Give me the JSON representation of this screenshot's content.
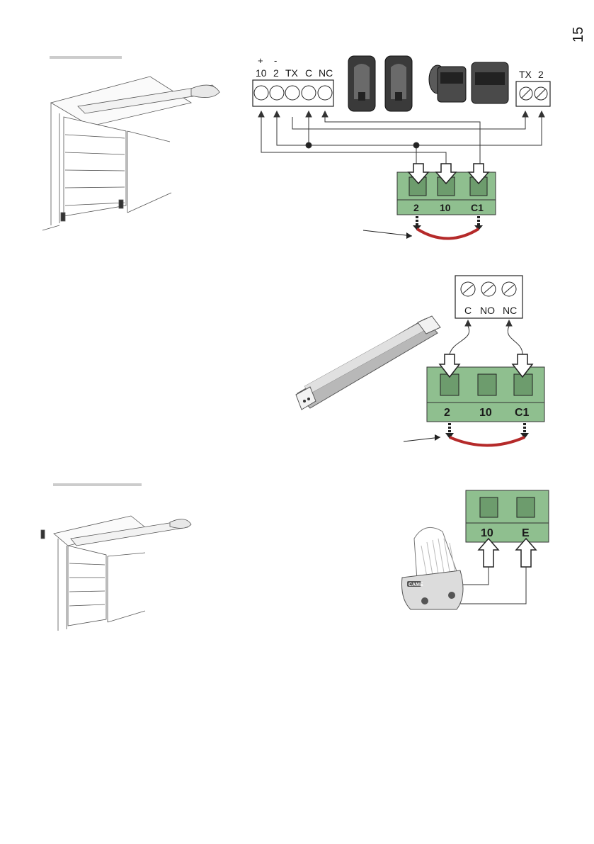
{
  "page": {
    "number": "15"
  },
  "section1": {
    "board_terminals": [
      "+",
      "-",
      "10",
      "2",
      "TX",
      "C",
      "NC"
    ],
    "rx_terminals": [
      "TX",
      "2"
    ],
    "terminal_block": [
      "2",
      "10",
      "C1"
    ]
  },
  "section2": {
    "sensor_terminals": [
      "C",
      "NO",
      "NC"
    ],
    "terminal_block": [
      "2",
      "10",
      "C1"
    ]
  },
  "section3": {
    "terminal_block": [
      "10",
      "E"
    ],
    "lamp_brand": "CAME"
  },
  "colors": {
    "terminal_green": "#8fbf8f",
    "jumper_red": "#b52a2a",
    "photocell_dark": "#3a3a3a",
    "label_bar": "#cccccc"
  }
}
